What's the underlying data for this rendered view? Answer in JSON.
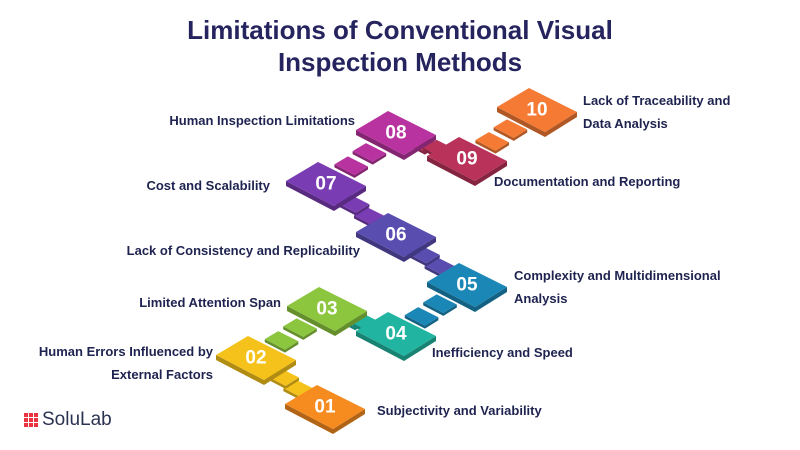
{
  "title": {
    "line1": "Limitations of Conventional Visual",
    "line2": "Inspection Methods"
  },
  "steps": [
    {
      "num": "01",
      "label": [
        "Subjectivity and Variability"
      ],
      "color": "#f68b1f"
    },
    {
      "num": "02",
      "label": [
        "Human Errors Influenced by",
        "External Factors"
      ],
      "color": "#f5c21b"
    },
    {
      "num": "03",
      "label": [
        "Limited Attention Span"
      ],
      "color": "#8cc63f"
    },
    {
      "num": "04",
      "label": [
        "Inefficiency and Speed"
      ],
      "color": "#21b4a0"
    },
    {
      "num": "05",
      "label": [
        "Complexity and Multidimensional",
        "Analysis"
      ],
      "color": "#1b87b6"
    },
    {
      "num": "06",
      "label": [
        "Lack of Consistency and Replicability"
      ],
      "color": "#5a4db0"
    },
    {
      "num": "07",
      "label": [
        "Cost and Scalability"
      ],
      "color": "#7a3cb3"
    },
    {
      "num": "08",
      "label": [
        "Human Inspection Limitations"
      ],
      "color": "#b8339f"
    },
    {
      "num": "09",
      "label": [
        "Documentation and Reporting"
      ],
      "color": "#b8325a"
    },
    {
      "num": "10",
      "label": [
        "Lack of Traceability and",
        "Data Analysis"
      ],
      "color": "#f57a34"
    }
  ],
  "logo": {
    "text": "SoluLab",
    "color": "#e8343e"
  }
}
